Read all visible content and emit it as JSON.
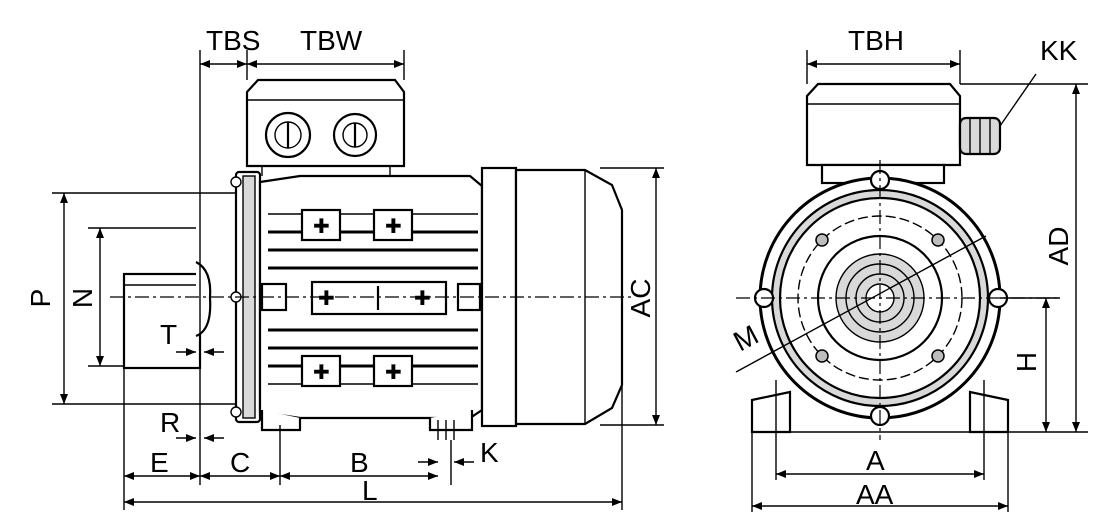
{
  "labels": {
    "tbs": "TBS",
    "tbw": "TBW",
    "tbh": "TBH",
    "kk": "KK",
    "p": "P",
    "n": "N",
    "t": "T",
    "r": "R",
    "e": "E",
    "c": "C",
    "b": "B",
    "k": "K",
    "l": "L",
    "ac": "AC",
    "ad": "AD",
    "h": "H",
    "m": "M",
    "a": "A",
    "aa": "AA"
  }
}
